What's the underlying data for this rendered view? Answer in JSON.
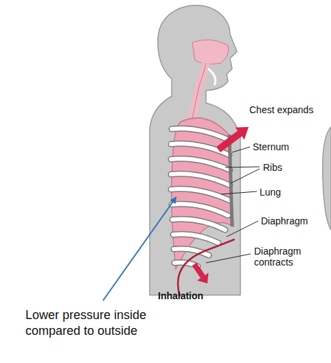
{
  "diagram": {
    "caption": "Inhalation",
    "labels": [
      "Chest expands",
      "Sternum",
      "Ribs",
      "Lung",
      "Diaphragm",
      "Diaphragm contracts",
      "Lower pressure inside compared to outside"
    ]
  }
}
